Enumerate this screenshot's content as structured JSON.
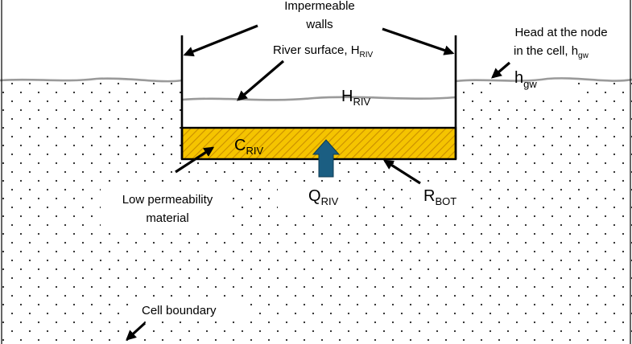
{
  "labels": {
    "walls_line1": "Impermeable",
    "walls_line2": "walls",
    "river_surface": "River surface, H",
    "river_surface_sub": "RIV",
    "head_line1": "Head at the node",
    "head_line2": "in the cell, h",
    "head_line2_sub": "gw",
    "hgw_main": "h",
    "hgw_sub": "gw",
    "hriv_main": "H",
    "hriv_sub": "RIV",
    "criv_main": "C",
    "criv_sub": "RIV",
    "qriv_main": "Q",
    "qriv_sub": "RIV",
    "rbot_main": "R",
    "rbot_sub": "BOT",
    "low_perm_line1": "Low permeability",
    "low_perm_line2": "material",
    "cell_boundary": "Cell boundary"
  },
  "colors": {
    "bed_fill": "#f5c400",
    "bed_hatch": "#c98e00",
    "flow_arrow": "#1b5e82",
    "surface_line": "#9a9a9a",
    "soil_dots": "#222222"
  },
  "icons": {
    "flow": "up-arrow-icon"
  }
}
